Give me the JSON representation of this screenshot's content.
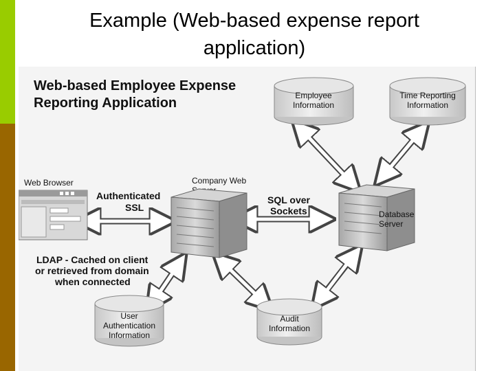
{
  "slide": {
    "title_line1": "Example (Web-based expense report",
    "title_line2": "application)"
  },
  "diagram": {
    "heading_line1": "Web-based Employee Expense",
    "heading_line2": "Reporting Application",
    "nodes": {
      "employee_info": [
        "Employee",
        "Information"
      ],
      "time_reporting": [
        "Time Reporting",
        "Information"
      ],
      "web_browser": [
        "Web Browser"
      ],
      "company_web_server": [
        "Company Web",
        "Server"
      ],
      "database_server": [
        "Database",
        "Server"
      ],
      "user_auth": [
        "User",
        "Authentication",
        "Information"
      ],
      "audit_info": [
        "Audit",
        "Information"
      ]
    },
    "edge_labels": {
      "authenticated_ssl": [
        "Authenticated",
        "SSL"
      ],
      "sql_over_sockets": [
        "SQL over",
        "Sockets"
      ],
      "ldap": [
        "LDAP - Cached on client",
        "or retrieved from domain",
        "when connected"
      ]
    }
  }
}
